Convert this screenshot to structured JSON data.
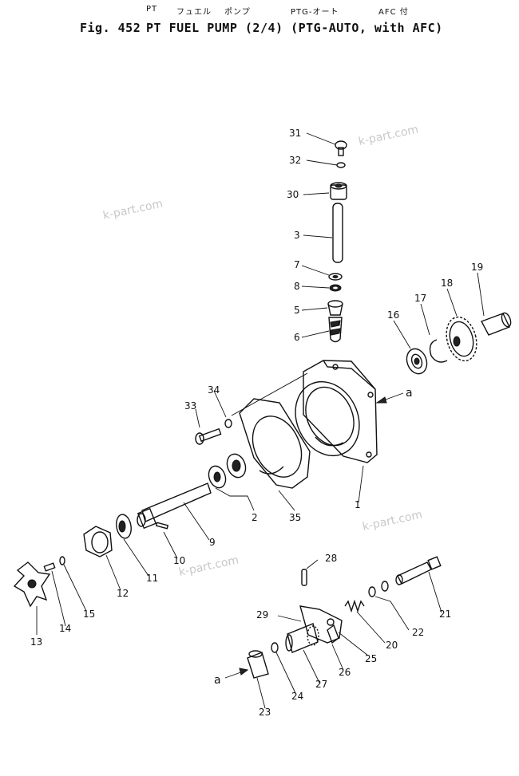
{
  "header": {
    "sub_pt": "PT",
    "sub_fuel_jp": "フュエル",
    "sub_pump_jp": "ポンプ",
    "sub_ptg": "PTG-オート",
    "sub_afc": "AFC 付",
    "fig_label": "Fig. 452",
    "title": "PT FUEL PUMP (2/4) (PTG-AUTO, with AFC)"
  },
  "watermarks": [
    "k-part.com",
    "k-part.com",
    "k-part.com",
    "k-part.com"
  ],
  "callouts": [
    "31",
    "32",
    "30",
    "3",
    "7",
    "8",
    "5",
    "6",
    "19",
    "18",
    "17",
    "16",
    "a",
    "34",
    "33",
    "1",
    "2",
    "35",
    "9",
    "10",
    "11",
    "12",
    "13",
    "14",
    "15",
    "28",
    "29",
    "20",
    "21",
    "22",
    "25",
    "26",
    "27",
    "24",
    "23",
    "a"
  ]
}
